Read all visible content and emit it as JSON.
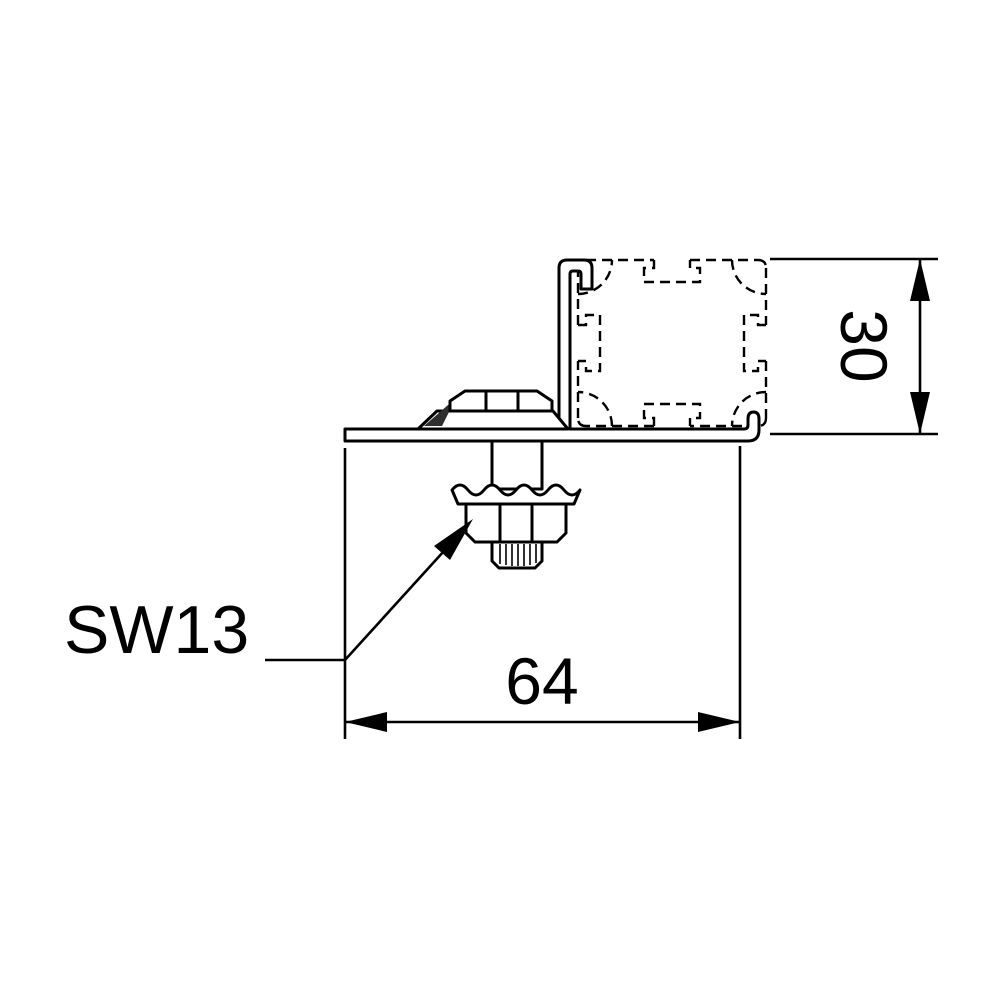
{
  "diagram": {
    "background_color": "#ffffff",
    "line_color": "#000000",
    "labels": {
      "wrench_size": "SW13",
      "width": "64",
      "height": "30"
    },
    "parts": [
      "aluminum-profile-cross-section",
      "z-mounting-bracket",
      "hex-flange-bolt-head",
      "serrated-flange-nut",
      "threaded-stud"
    ]
  }
}
